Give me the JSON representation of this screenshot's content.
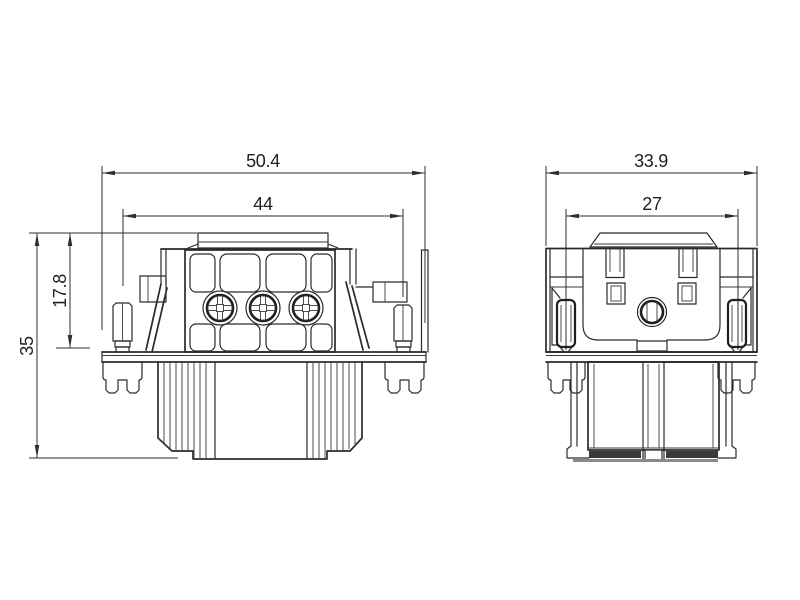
{
  "drawing": {
    "kind": "technical-drawing",
    "line_color": "#2b2b2b",
    "background_color": "#ffffff",
    "views": {
      "front": {
        "label": "front-view",
        "dimensions": {
          "overall_width": "50.4",
          "fixing_screw_spacing": "44",
          "insert_height": "17.8",
          "overall_height": "35"
        }
      },
      "side": {
        "label": "side-view",
        "dimensions": {
          "overall_depth": "33.9",
          "fixing_screw_spacing": "27"
        }
      }
    }
  }
}
